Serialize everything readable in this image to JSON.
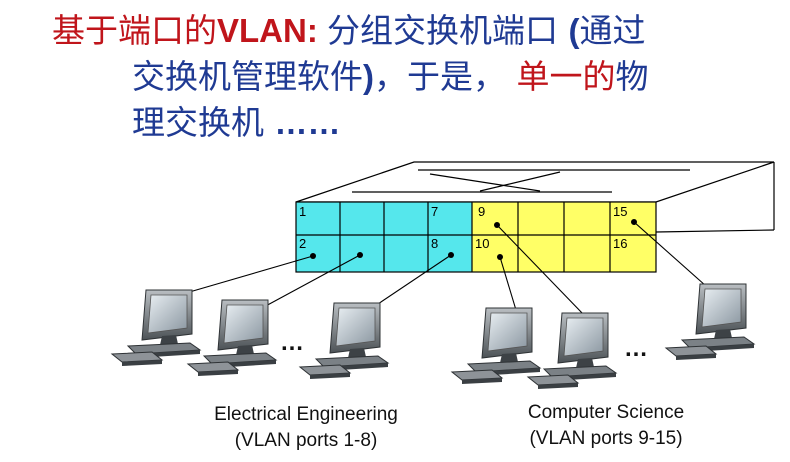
{
  "title": {
    "segment_1": "基于端口的",
    "segment_2": "VLAN: ",
    "segment_3": "分组交换机端口 ",
    "segment_4": "(",
    "segment_5": "通过",
    "segment_6": "交换机管理软件",
    "segment_7": ")",
    "segment_8": "，于是， ",
    "segment_9": "单一的",
    "segment_10": "物",
    "segment_11": "理交换机 ",
    "segment_12": "……"
  },
  "switch": {
    "ports": {
      "p1": "1",
      "p2": "2",
      "p7": "7",
      "p8": "8",
      "p9": "9",
      "p10": "10",
      "p15": "15",
      "p16": "16"
    },
    "colors": {
      "ee": "#55e7ec",
      "cs": "#ffff66"
    }
  },
  "ellipsis_left": "…",
  "ellipsis_right": "…",
  "captions": {
    "ee_name": "Electrical Engineering",
    "ee_ports": "(VLAN ports 1-8)",
    "cs_name": "Computer Science",
    "cs_ports": "(VLAN ports 9-15)"
  }
}
